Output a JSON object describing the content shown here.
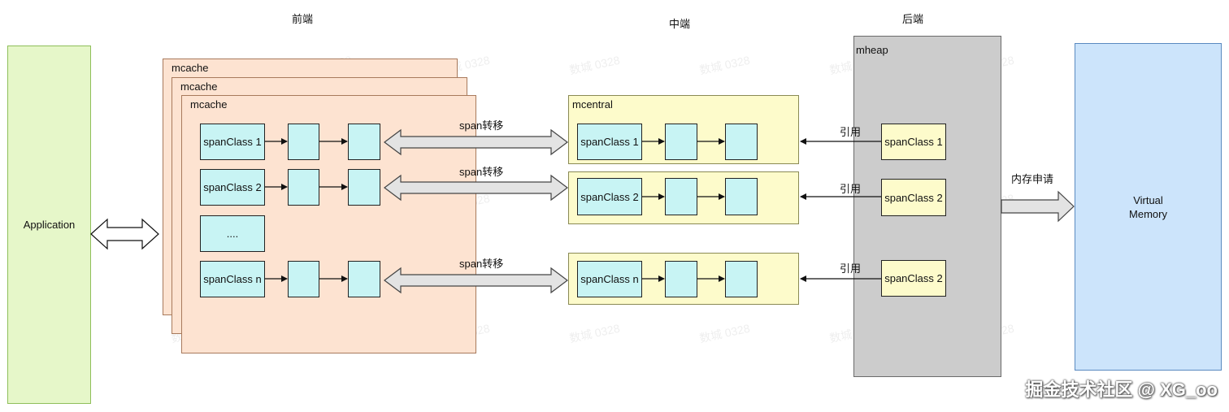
{
  "headers": {
    "front": "前端",
    "middle": "中端",
    "back": "后端"
  },
  "application": {
    "label": "Application"
  },
  "mcache": {
    "label": "mcache",
    "items": [
      "spanClass 1",
      "spanClass 2",
      "....",
      "spanClass n"
    ]
  },
  "mcentral": {
    "label": "mcentral",
    "items": [
      "spanClass 1",
      "spanClass 2",
      "spanClass n"
    ]
  },
  "transfer_label": "span转移",
  "mheap": {
    "label": "mheap",
    "items": [
      "spanClass 1",
      "spanClass 2",
      "spanClass 2"
    ],
    "ref_label": "引用"
  },
  "request_label": "内存申请",
  "virtual_memory": {
    "line1": "Virtual",
    "line2": "Memory"
  },
  "watermark": "数城 0328",
  "brand": "掘金技术社区 @ XG_oo",
  "colors": {
    "application": "#e6f7c9",
    "mcache": "#fde3d1",
    "mcentral": "#fdfbcb",
    "mheap": "#cccccc",
    "virtual_memory": "#cce4fb",
    "span_block": "#c8f4f4",
    "arrow_fill": "#e3e3e3"
  }
}
